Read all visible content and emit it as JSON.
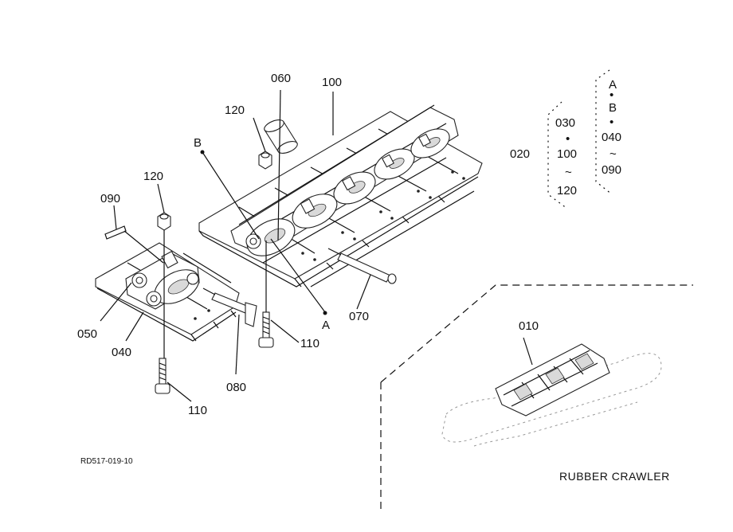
{
  "drawing_id": "RD517-019-10",
  "caption": "RUBBER CRAWLER",
  "callouts": {
    "c010": "010",
    "c020": "020",
    "c040": "040",
    "c050": "050",
    "c060": "060",
    "c070": "070",
    "c080": "080",
    "c090": "090",
    "c100": "100",
    "c110a": "110",
    "c110b": "110",
    "c120a": "120",
    "c120b": "120",
    "refA": "A",
    "refB": "B"
  },
  "group_020": {
    "left": [
      "030",
      "•",
      "100",
      "~",
      "120"
    ],
    "right": [
      "A",
      "•",
      "B",
      "•",
      "040",
      "~",
      "090"
    ]
  }
}
